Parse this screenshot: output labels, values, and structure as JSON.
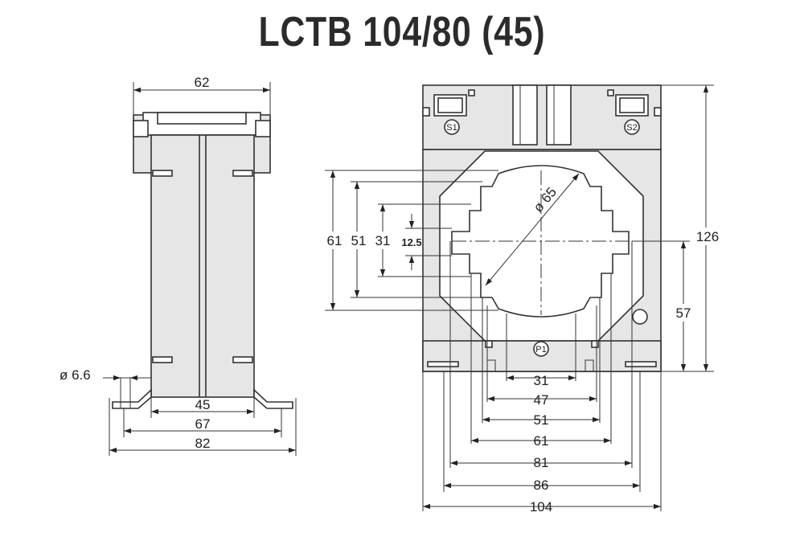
{
  "title": "LCTB 104/80 (45)",
  "side_view": {
    "width_top": "62",
    "hole_diameter": "ø 6.6",
    "foot_45": "45",
    "foot_67": "67",
    "foot_82": "82"
  },
  "front_view": {
    "aperture_diameter": "ø 65",
    "height_61": "61",
    "height_51": "51",
    "height_31": "31",
    "height_12_5": "12.5",
    "overall_height": "126",
    "center_height": "57",
    "terminal_s1": "S1",
    "terminal_s2": "S2",
    "terminal_p1": "P1",
    "width_31": "31",
    "width_47": "47",
    "width_51": "51",
    "width_61": "61",
    "width_81": "81",
    "width_86": "86",
    "width_104": "104"
  },
  "colors": {
    "title": "#2b2b2b",
    "body_fill": "#e6e6e6",
    "line": "#333333"
  }
}
